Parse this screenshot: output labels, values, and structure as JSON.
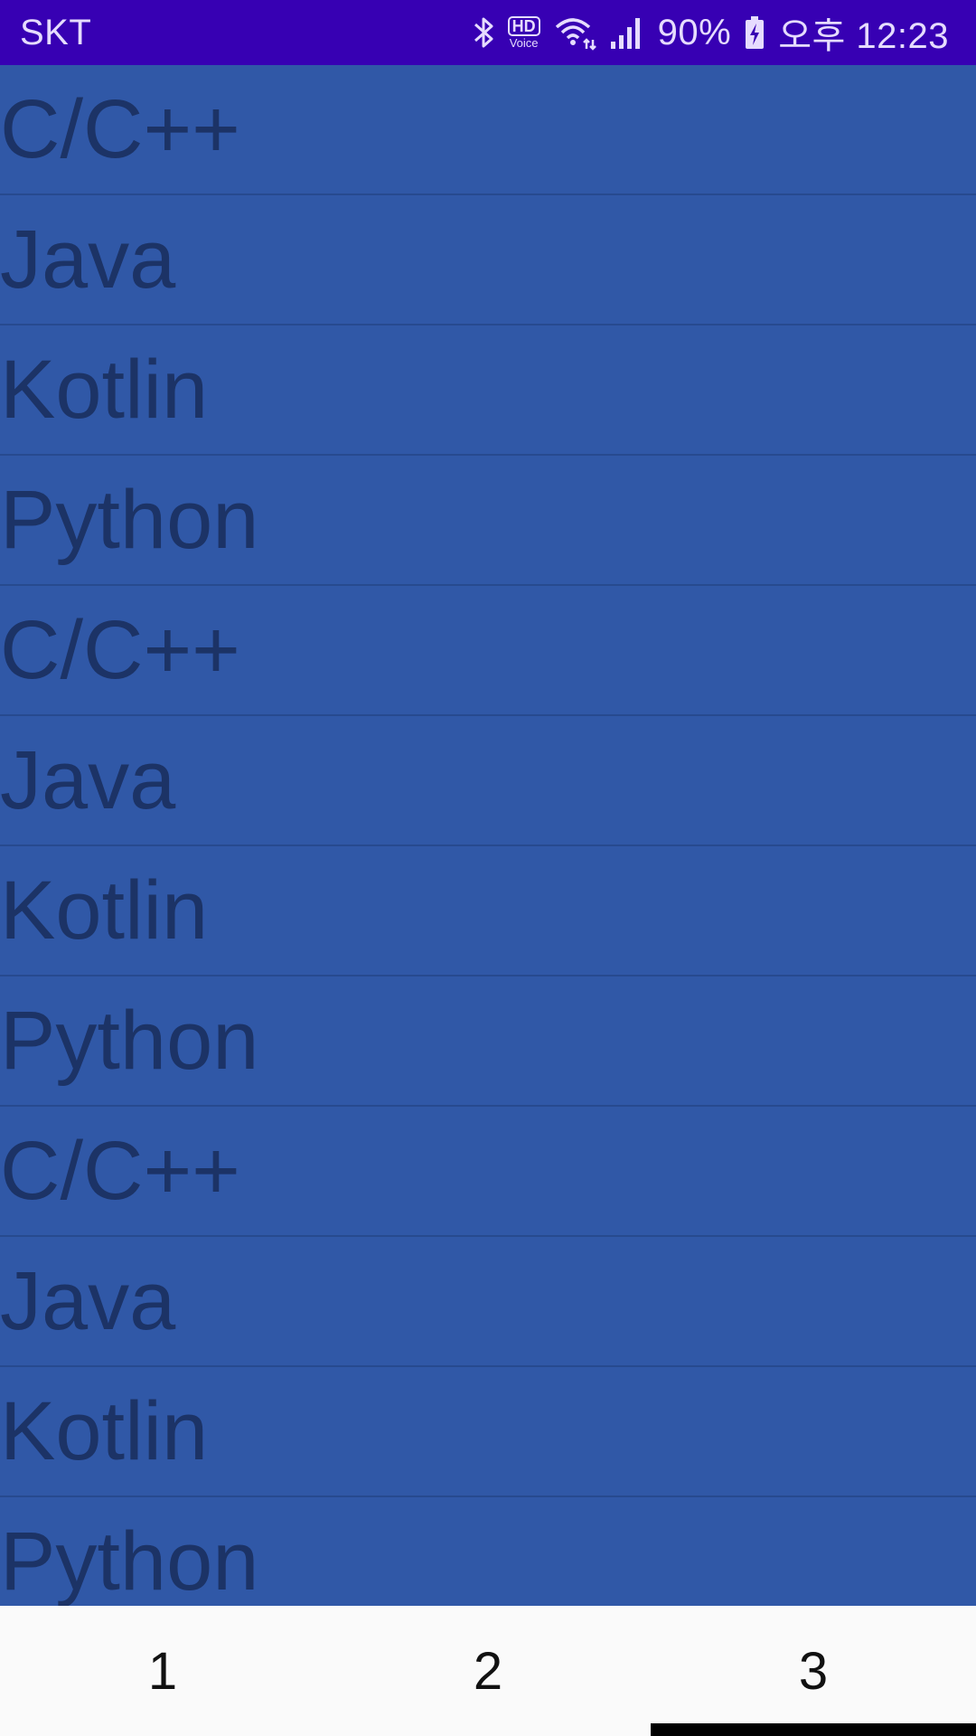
{
  "status_bar": {
    "carrier": "SKT",
    "hd_label": "HD",
    "voice_label": "Voice",
    "battery_percent": "90%",
    "time": "오후 12:23",
    "icons": [
      "bluetooth-icon",
      "hd-voice-icon",
      "wifi-icon",
      "signal-icon",
      "battery-charging-icon"
    ],
    "background": "#3700b3",
    "foreground": "#e6dcff"
  },
  "list": {
    "background": "#3058a7",
    "text_color": "#1c3366",
    "items": [
      "C/C++",
      "Java",
      "Kotlin",
      "Python",
      "C/C++",
      "Java",
      "Kotlin",
      "Python",
      "C/C++",
      "Java",
      "Kotlin",
      "Python"
    ]
  },
  "tabs": {
    "items": [
      "1",
      "2",
      "3"
    ],
    "selected_index": 2
  }
}
